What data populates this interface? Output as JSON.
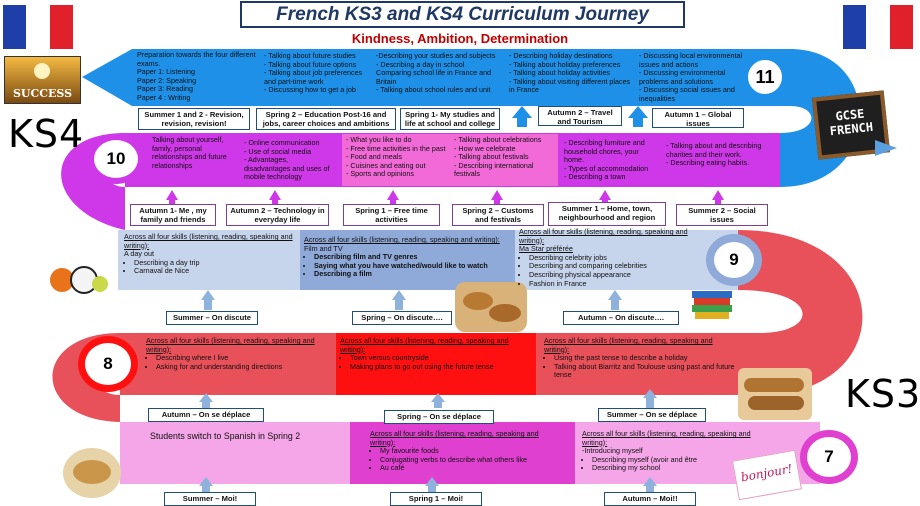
{
  "header": {
    "title": "French KS3 and KS4 Curriculum Journey",
    "values": "Kindness, Ambition, Determination"
  },
  "badges": {
    "ks4": "KS4",
    "ks3": "KS3",
    "success": "SUCCESS",
    "gcse": "GCSE FRENCH",
    "bonjour": "bonjour!"
  },
  "circles": [
    "11",
    "10",
    "9",
    "8",
    "7"
  ],
  "row11": {
    "prep": "Preparation towards the four different exams.\nPaper 1: Listening\nPaper 2: Speaking\nPaper 3: Reading\nPaper 4 : Writing",
    "p1": "- Talking about future studies\n- Talking about future options\n- Talking about job preferences and part-time work\n- Discussing how to get a job",
    "p2": "-Describing your studies and subjects\n- Describing a day in school\nComparing school life in France and Britain\n- Talking about school rules and unit",
    "p3": "- Describing holiday destinations\n- Talking about holiday preferences\n- Talking about holiday activities\n- Talking about visiting different places in France",
    "p4": "- Discussing local environmental issues and actions\n- Discussing environmental problems and solutions\n- Discussing social issues and inequalities",
    "labels": [
      "Summer 1 and 2 - Revision, revision, revision!",
      "Spring 2 – Education Post-16 and jobs, career choices and ambitions",
      "Spring 1- My studies and life at school and college",
      "Autumn 2 – Travel and Tourism",
      "Autumn 1 – Global issues"
    ]
  },
  "row10": {
    "p1": "Talking about yourself, family, personal relationships and future relationships",
    "p2": "- Online communication\n- Use of social media\n- Advantages, disadvantages and uses of mobile technology",
    "p3": "- What you like to do\n- Free time activities in the past\n- Food and meals\n- Cuisines and eating out\n- Sports and opinions",
    "p4": "- Talking about celebrations\n- How we celebrate\n- Talking about festivals\n- Describing international festivals",
    "p5": "- Describing furniture and household chores, your home.\n- Types of accommodation\n- Describing a town",
    "p6": "- Talking about and describing charities and their work.\n- Describing eating habits.",
    "labels": [
      "Autumn 1- Me , my family and friends",
      "Autumn 2 – Technology in everyday life",
      "Spring 1 – Free time activities",
      "Spring 2 – Customs and festivals",
      "Summer 1 – Home, town, neighbourhood and region",
      "Summer 2 – Social issues"
    ]
  },
  "row9": {
    "skills": "Across all four skills (listening, reading, speaking and writing):",
    "p1_title": "A day out",
    "p1_items": [
      "Describing a day trip",
      "Carnaval de Nice"
    ],
    "p2_title": "Film and TV",
    "p2_items": [
      "Describing film and TV genres",
      "Saying what you have watched/would like to watch",
      "Describing a film"
    ],
    "p3_title": "Ma Star préférée",
    "p3_items": [
      "Describing celebrity jobs",
      "Describing and comparing celebrities",
      "Describing physical appearance",
      "Fashion in France"
    ],
    "labels": [
      "Summer – On discute",
      "Spring – On discute….",
      "Autumn – On discute…."
    ]
  },
  "row8": {
    "skills": "Across all four skills (listening, reading, speaking and writing):",
    "p1_items": [
      "Describing where I live",
      "Asking for and understanding directions"
    ],
    "p2_items": [
      "Town versus countryside",
      "Making plans to go out using the future tense"
    ],
    "p3_items": [
      "Using the past tense to describe a holiday",
      "Talking about Biarritz and Toulouse using past and future tense"
    ],
    "labels": [
      "Autumn – On se déplace",
      "Spring – On se déplace",
      "Summer – On se déplace"
    ]
  },
  "row7": {
    "skills": "Across all four skills (listening, reading, speaking and writing):",
    "p1": "Students switch to Spanish in Spring 2",
    "p2_items": [
      "My favourite foods",
      "Conjugating verbs to describe what others like",
      "Au café"
    ],
    "p3_intro": "-Introducing myself",
    "p3_items": [
      "Describing myself (avoir and être",
      "Describing my school"
    ],
    "labels": [
      "Summer – Moi!",
      "Spring 1 – Moi!",
      "Autumn – Moi!!"
    ]
  },
  "colors": {
    "row11": "#1e90e8",
    "row10": "#cf38e8",
    "row9": "#c6d4ec",
    "row8": "#e8505a",
    "row8mid": "#ff1010",
    "row7": "#f4a6e8",
    "row7mid": "#e040d0",
    "arrow": "#8fb2dc"
  }
}
